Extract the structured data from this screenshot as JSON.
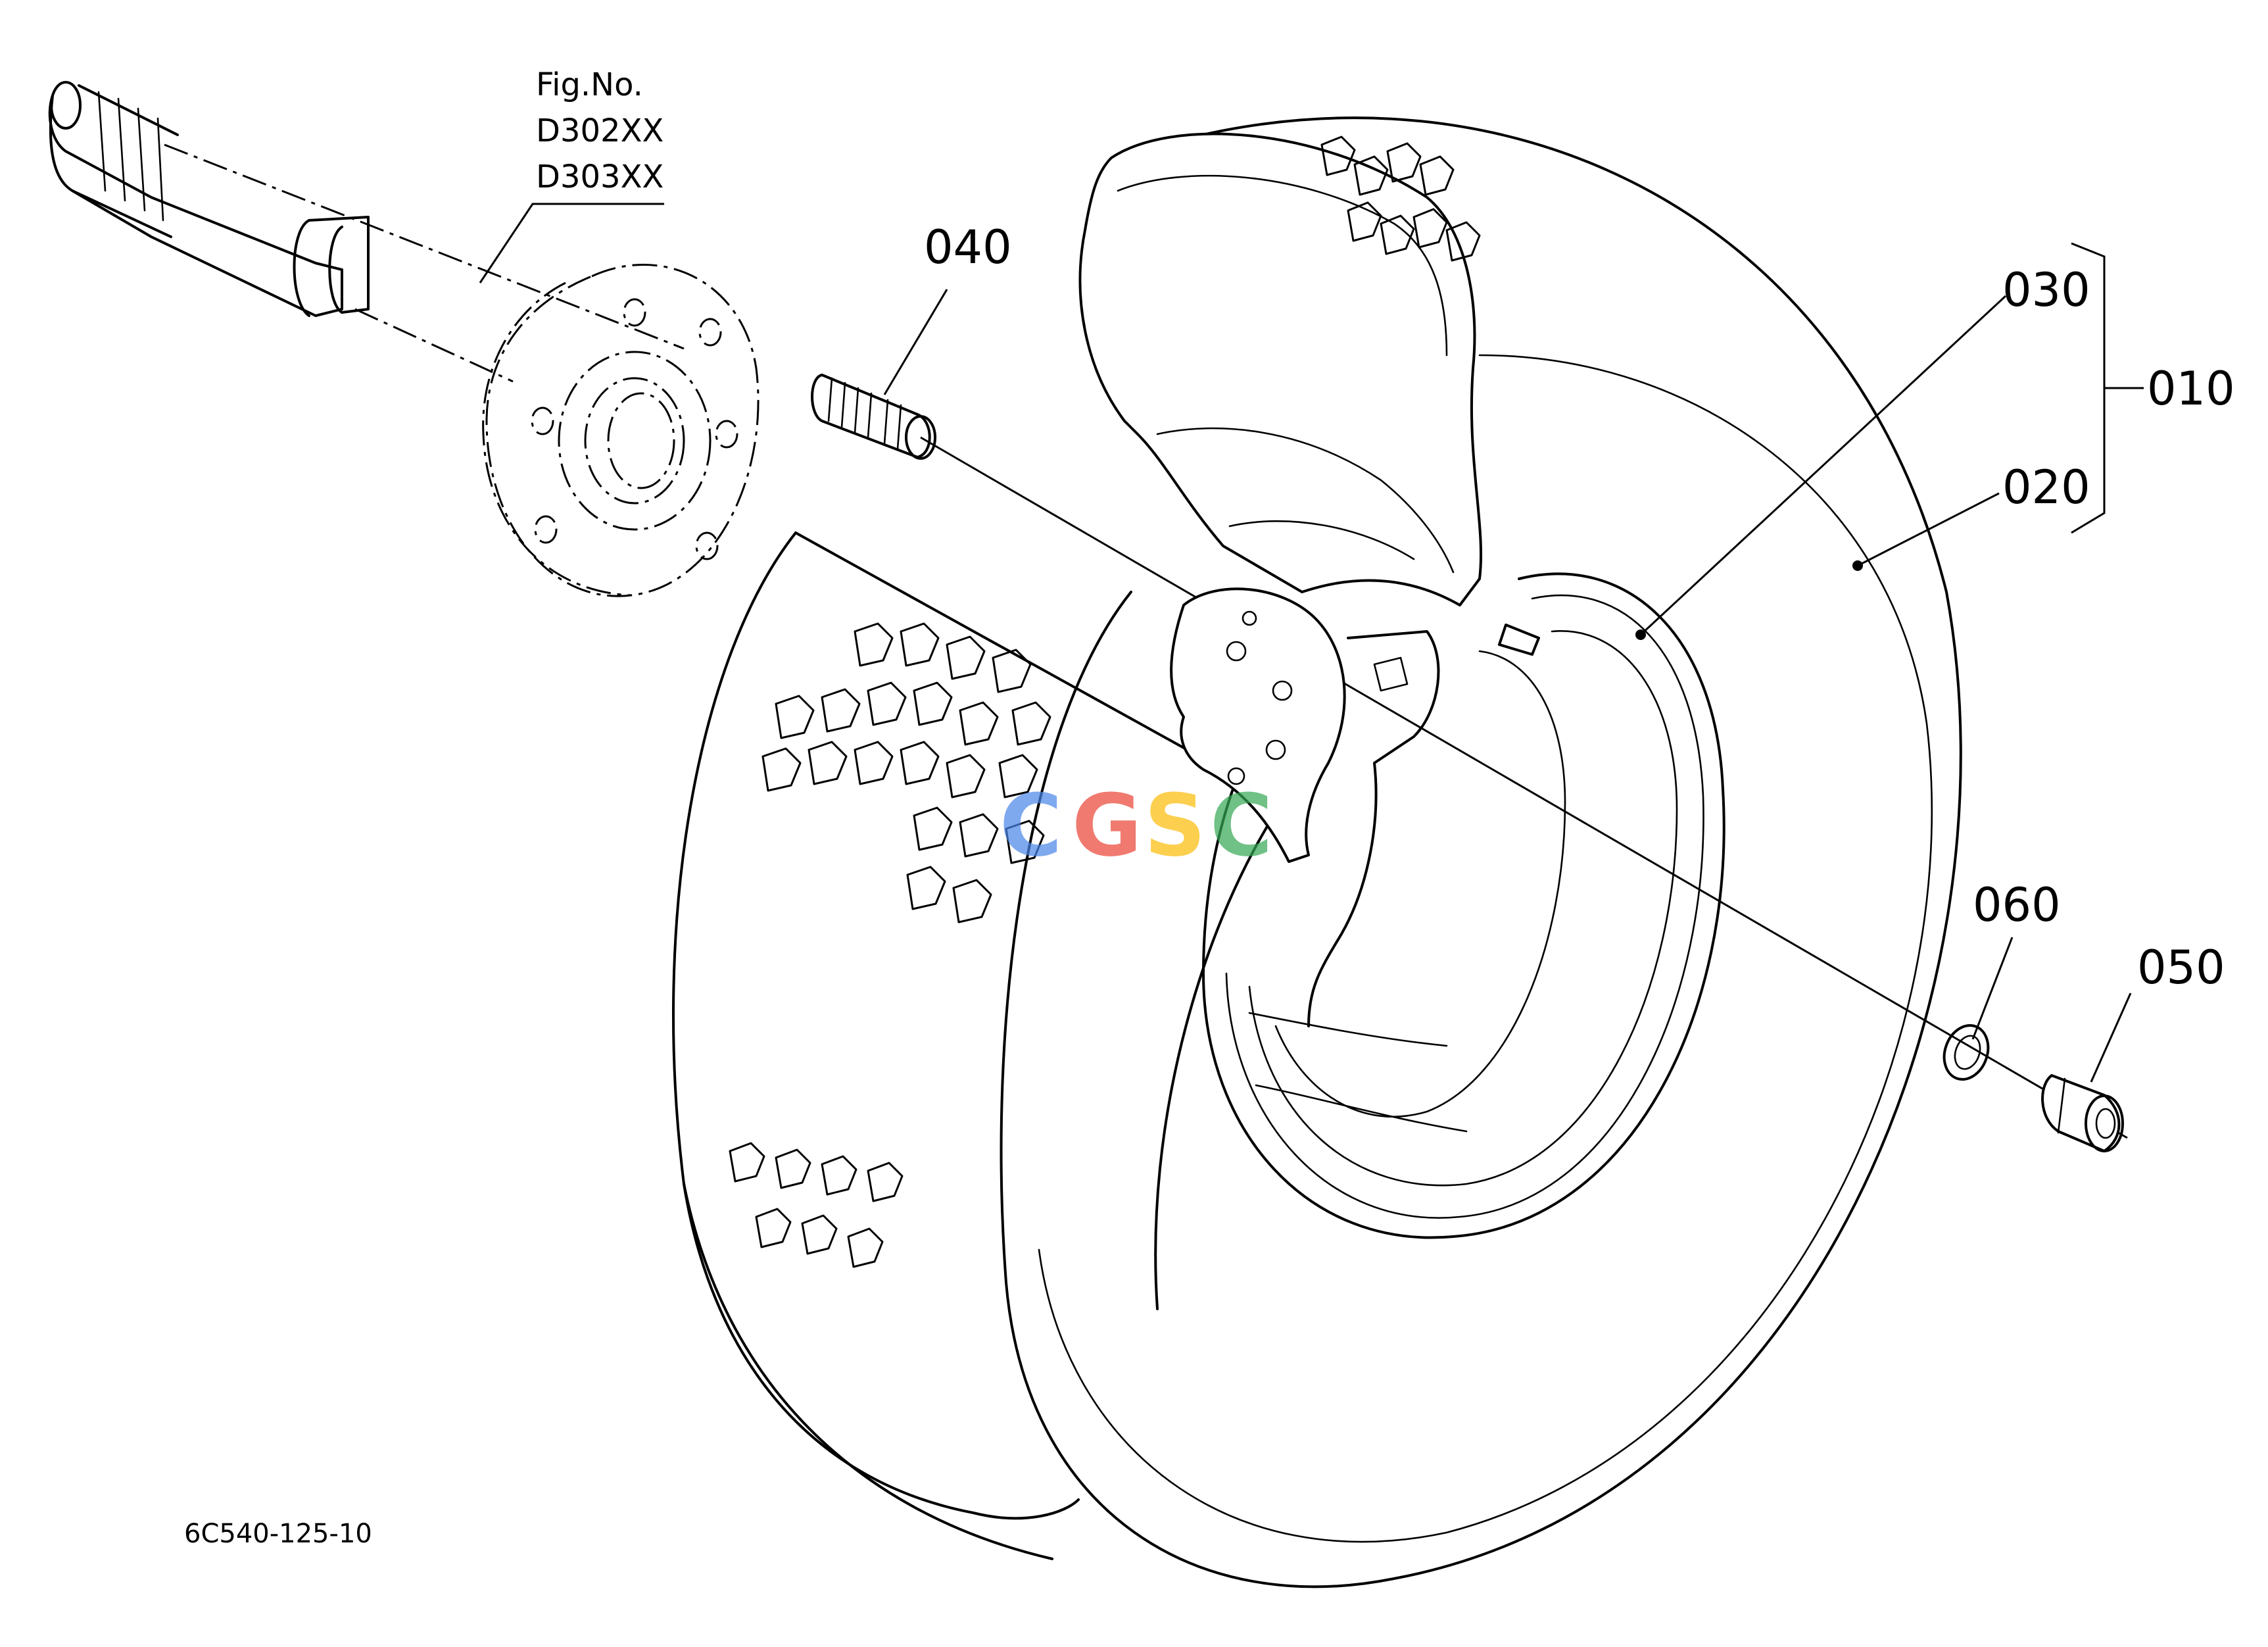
{
  "figure_ref": {
    "heading": "Fig.No.",
    "lines": [
      "D302XX",
      "D303XX"
    ]
  },
  "callouts": [
    {
      "id": "040"
    },
    {
      "id": "030"
    },
    {
      "id": "010"
    },
    {
      "id": "020"
    },
    {
      "id": "060"
    },
    {
      "id": "050"
    }
  ],
  "drawing_code": "6C540-125-10",
  "watermark": {
    "letters": [
      "C",
      "G",
      "S",
      "C"
    ],
    "colors": [
      "#4a86e8",
      "#ea4335",
      "#fbbc05",
      "#34a853"
    ]
  }
}
